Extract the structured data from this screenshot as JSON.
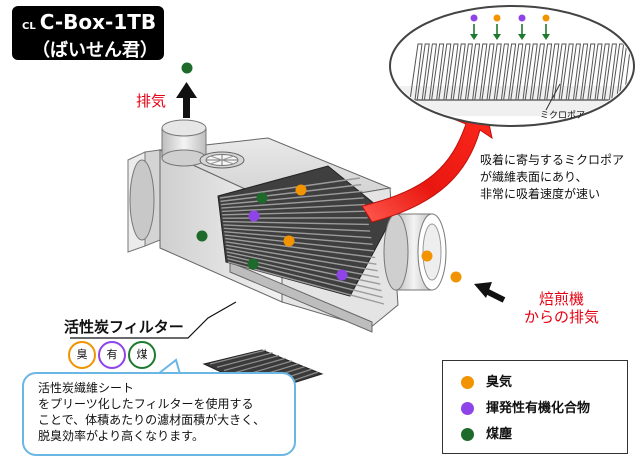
{
  "title": {
    "prefix": "CL",
    "name": "C-Box-1TB",
    "nickname": "（ばいせん君）"
  },
  "exhaust_label": "排気",
  "inlet_label": [
    "焙煎機",
    "からの排気"
  ],
  "micropore_label": "ミクロポア",
  "adsorption_note": [
    "吸着に寄与するミクロポア",
    "が繊維表面にあり、",
    "非常に吸着速度が速い"
  ],
  "filter_label": "活性炭フィルター",
  "badges": [
    {
      "text": "臭",
      "color": "#f29400"
    },
    {
      "text": "有",
      "color": "#8e44e8"
    },
    {
      "text": "煤",
      "color": "#1e7a2e"
    }
  ],
  "description": [
    "活性炭繊維シート",
    "をプリーツ化したフィルターを使用する",
    "ことで、体積あたりの濾材面積が大きく、",
    "脱臭効率がより高くなります。"
  ],
  "legend": [
    {
      "label": "臭気",
      "color": "#f29400"
    },
    {
      "label": "揮発性有機化合物",
      "color": "#8e44e8"
    },
    {
      "label": "煤塵",
      "color": "#1e6a2a"
    }
  ],
  "colors": {
    "arrow_red": "#e8170f",
    "bubble_border": "#6ab7e6",
    "label_red": "#e60012"
  }
}
